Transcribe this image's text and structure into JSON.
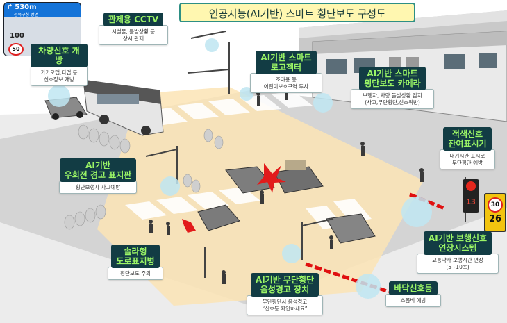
{
  "title": "인공지능(AI기반) 스마트 횡단보도 구성도",
  "phone": {
    "distance": "530m",
    "street": "성북구청 방면",
    "mid_value": "100",
    "speed_limit": "50"
  },
  "callouts": {
    "cctv": {
      "head": "관제용 CCTV",
      "body": "시설물, 돌발상황 등\n상시 관제"
    },
    "vehicle_signal": {
      "head": "차량신호 개방",
      "body": "카카오맵,티맵 등\n신호정보 개방"
    },
    "logo_projector": {
      "head": "AI기반 스마트\n로고젝터",
      "body": "조야용 등\n어린이보호구역 투사"
    },
    "crosswalk_camera": {
      "head": "AI기반 스마트\n횡단보도 카메라",
      "body": "보행자, 차량 돌발상황 감지\n(사고,무단횡단,신호위반)"
    },
    "remaining_timer": {
      "head": "적색신호\n잔여표시기",
      "body": "대기시간 표시로\n무단횡단 예방"
    },
    "left_turn_sign": {
      "head": "AI기반\n우회전 경고 표지판",
      "body": "횡단보행자 사고예방"
    },
    "solar_sign": {
      "head": "솔라형\n도로표지병",
      "body": "횡단보도 주의"
    },
    "jaywalk_voice": {
      "head": "AI기반 무단횡단\n음성경고 장치",
      "body": "무단횡단시 음성경고\n“신호등 확인하세요”"
    },
    "extension": {
      "head": "AI기반 보행신호\n연장시스템",
      "body": "교통약자 보행시간 연장\n(5~10초)"
    },
    "floor_signal": {
      "head": "바닥신호등",
      "body": "스몸비 예방"
    }
  },
  "signal_timer_value": "13",
  "speed_sign": {
    "top": "30",
    "bottom": "26"
  },
  "colors": {
    "callout_head": "#123c44",
    "callout_text_green": "#9bf566",
    "title_border": "#2d8f84",
    "title_fill": "#fff7b0",
    "crosswalk_glow": "#fde6b4",
    "road": "#d9d9d9"
  }
}
